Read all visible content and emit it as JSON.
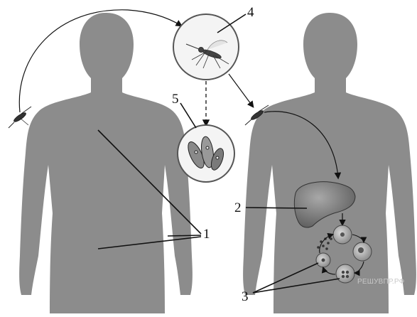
{
  "diagram": {
    "labels": {
      "one": "1",
      "two": "2",
      "three": "3",
      "four": "4",
      "five": "5"
    },
    "watermark": "РЕШУВПР.РФ"
  },
  "colors": {
    "body_fill": "#8c8c8c",
    "body_shadow": "#7d7d7d",
    "lines": "#111111",
    "liver": "#7a7a7a",
    "cell_fill": "#b0b0b0",
    "circle_bg": "#f2f2f2"
  },
  "icons": [
    "mosquito-icon",
    "sporozoite-icon",
    "liver-icon",
    "red-blood-cell-icon"
  ]
}
